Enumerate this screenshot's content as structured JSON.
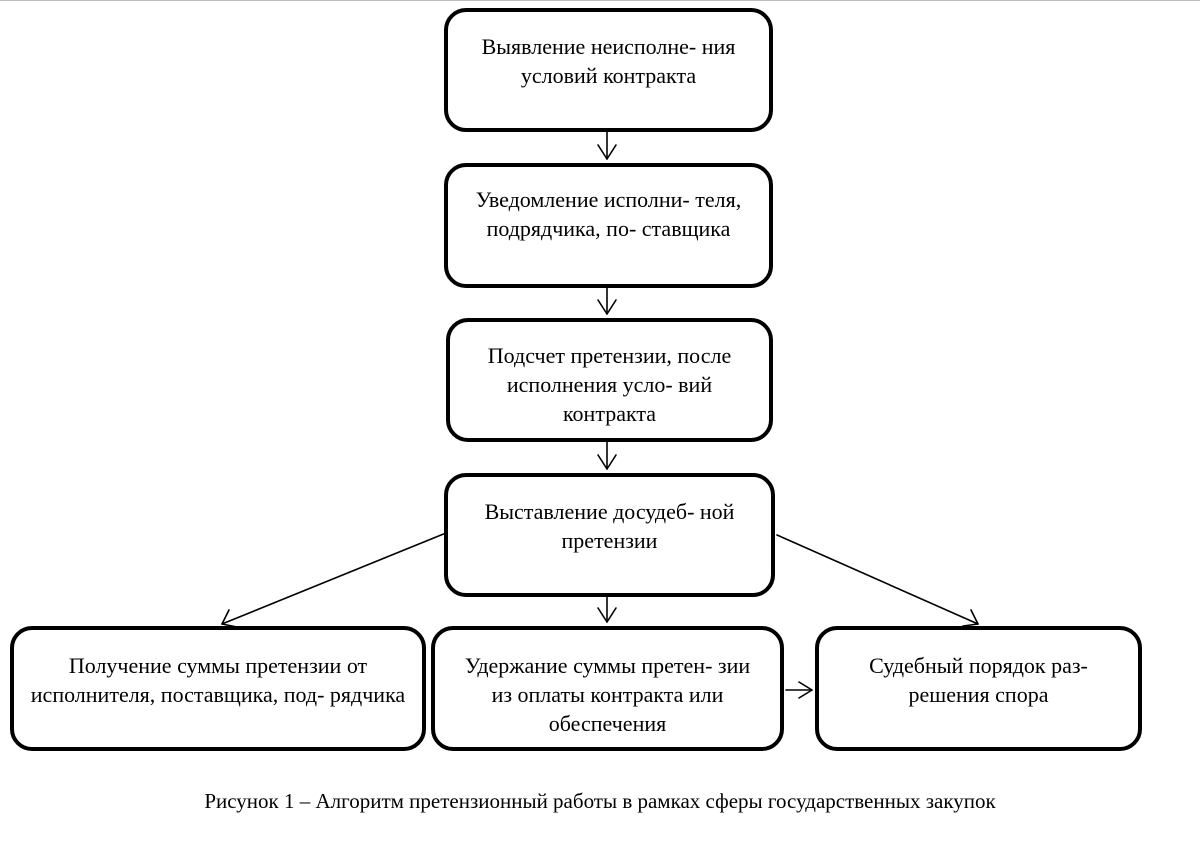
{
  "boxes": {
    "detect": "Выявление неисполне- ния условий контракта",
    "notify": "Уведомление исполни- теля, подрядчика, по- ставщика",
    "calculate": "Подсчет претензии, после исполнения усло- вий контракта",
    "pretrial": "Выставление досудеб- ной претензии",
    "receive": "Получение суммы претензии от исполнителя, поставщика, под- рядчика",
    "withhold": "Удержание суммы претен- зии из оплаты контракта или обеспечения",
    "court": "Судебный порядок раз- решения спора"
  },
  "caption": "Рисунок 1 – Алгоритм претензионный работы в рамках сферы государственных закупок"
}
